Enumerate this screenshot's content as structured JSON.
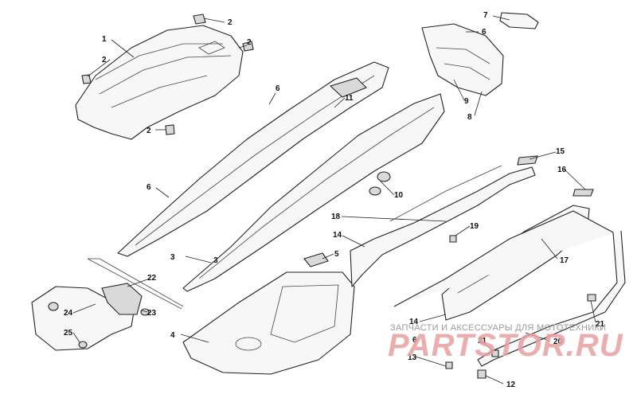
{
  "watermark": {
    "tagline": "ЗАПЧАСТИ И АКСЕССУАРЫ ДЛЯ МОТОТЕХНИКИ",
    "brand_part1": "PARTS",
    "brand_part2": "TOR.RU"
  },
  "callouts": {
    "c1": "1",
    "c2a": "2",
    "c2b": "2",
    "c2c": "2",
    "c2d": "2",
    "c3a": "3",
    "c3b": "3",
    "c4": "4",
    "c5": "5",
    "c6a": "6",
    "c6b": "6",
    "c6c": "6",
    "c6d": "6",
    "c7": "7",
    "c8": "8",
    "c9": "9",
    "c10": "10",
    "c11": "11",
    "c12": "12",
    "c13": "13",
    "c14a": "14",
    "c14b": "14",
    "c15": "15",
    "c16": "16",
    "c17": "17",
    "c18": "18",
    "c19": "19",
    "c20": "20",
    "c21a": "21",
    "c21b": "21",
    "c22": "22",
    "c23": "23",
    "c24": "24",
    "c25": "25"
  }
}
